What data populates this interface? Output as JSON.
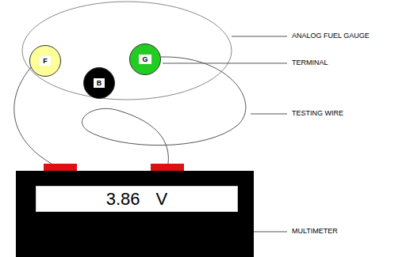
{
  "diagram": {
    "nodes": [
      {
        "text": [
          "F"
        ]
      },
      {
        "text": [
          "G"
        ]
      },
      {
        "text": [
          "B"
        ]
      },
      {
        "text": [
          "3.86",
          "V"
        ]
      }
    ],
    "labels": [
      "ANALOG FUEL GAUGE",
      "TERMINAL",
      "TESTING WIRE",
      "MULTIMETER"
    ]
  }
}
